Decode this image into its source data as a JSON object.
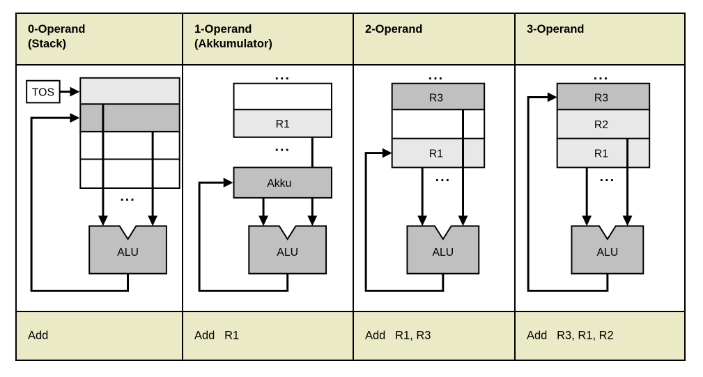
{
  "figure": {
    "title_implicit": "Operand addressing schemes",
    "colors": {
      "header_bg": "#eaeac6",
      "footer_bg": "#eaeac6",
      "page_bg": "#ffffff",
      "cell_white": "#ffffff",
      "cell_light_gray": "#e8e8e8",
      "cell_dark_gray": "#c0c0c0",
      "alu_fill": "#c0c0c0",
      "line": "#000000"
    }
  },
  "columns": [
    {
      "id": "col-0-operand",
      "header": "0-Operand\n(Stack)",
      "footer": "Add",
      "diagram": {
        "pointer_label": "TOS",
        "alu_label": "ALU",
        "ellipsis": "...",
        "structure_name": "stack",
        "cells": [
          {
            "label": "",
            "shade": "light"
          },
          {
            "label": "",
            "shade": "dark"
          },
          {
            "label": "",
            "shade": "white"
          },
          {
            "label": "",
            "shade": "white"
          }
        ]
      }
    },
    {
      "id": "col-1-operand",
      "header": "1-Operand\n(Akkumulator)",
      "footer": "Add   R1",
      "diagram": {
        "accumulator_label": "Akku",
        "alu_label": "ALU",
        "ellipsis": "...",
        "structure_name": "register-file",
        "cells": [
          {
            "label": "",
            "shade": "white"
          },
          {
            "label": "R1",
            "shade": "light"
          }
        ]
      }
    },
    {
      "id": "col-2-operand",
      "header": "2-Operand",
      "footer": "Add   R1, R3",
      "diagram": {
        "alu_label": "ALU",
        "ellipsis": "...",
        "structure_name": "register-file",
        "cells": [
          {
            "label": "R3",
            "shade": "dark"
          },
          {
            "label": "",
            "shade": "white"
          },
          {
            "label": "R1",
            "shade": "light"
          }
        ]
      }
    },
    {
      "id": "col-3-operand",
      "header": "3-Operand",
      "footer": "Add   R3, R1, R2",
      "diagram": {
        "alu_label": "ALU",
        "ellipsis": "...",
        "structure_name": "register-file",
        "cells": [
          {
            "label": "R3",
            "shade": "dark"
          },
          {
            "label": "R2",
            "shade": "light"
          },
          {
            "label": "R1",
            "shade": "light"
          }
        ]
      }
    }
  ]
}
